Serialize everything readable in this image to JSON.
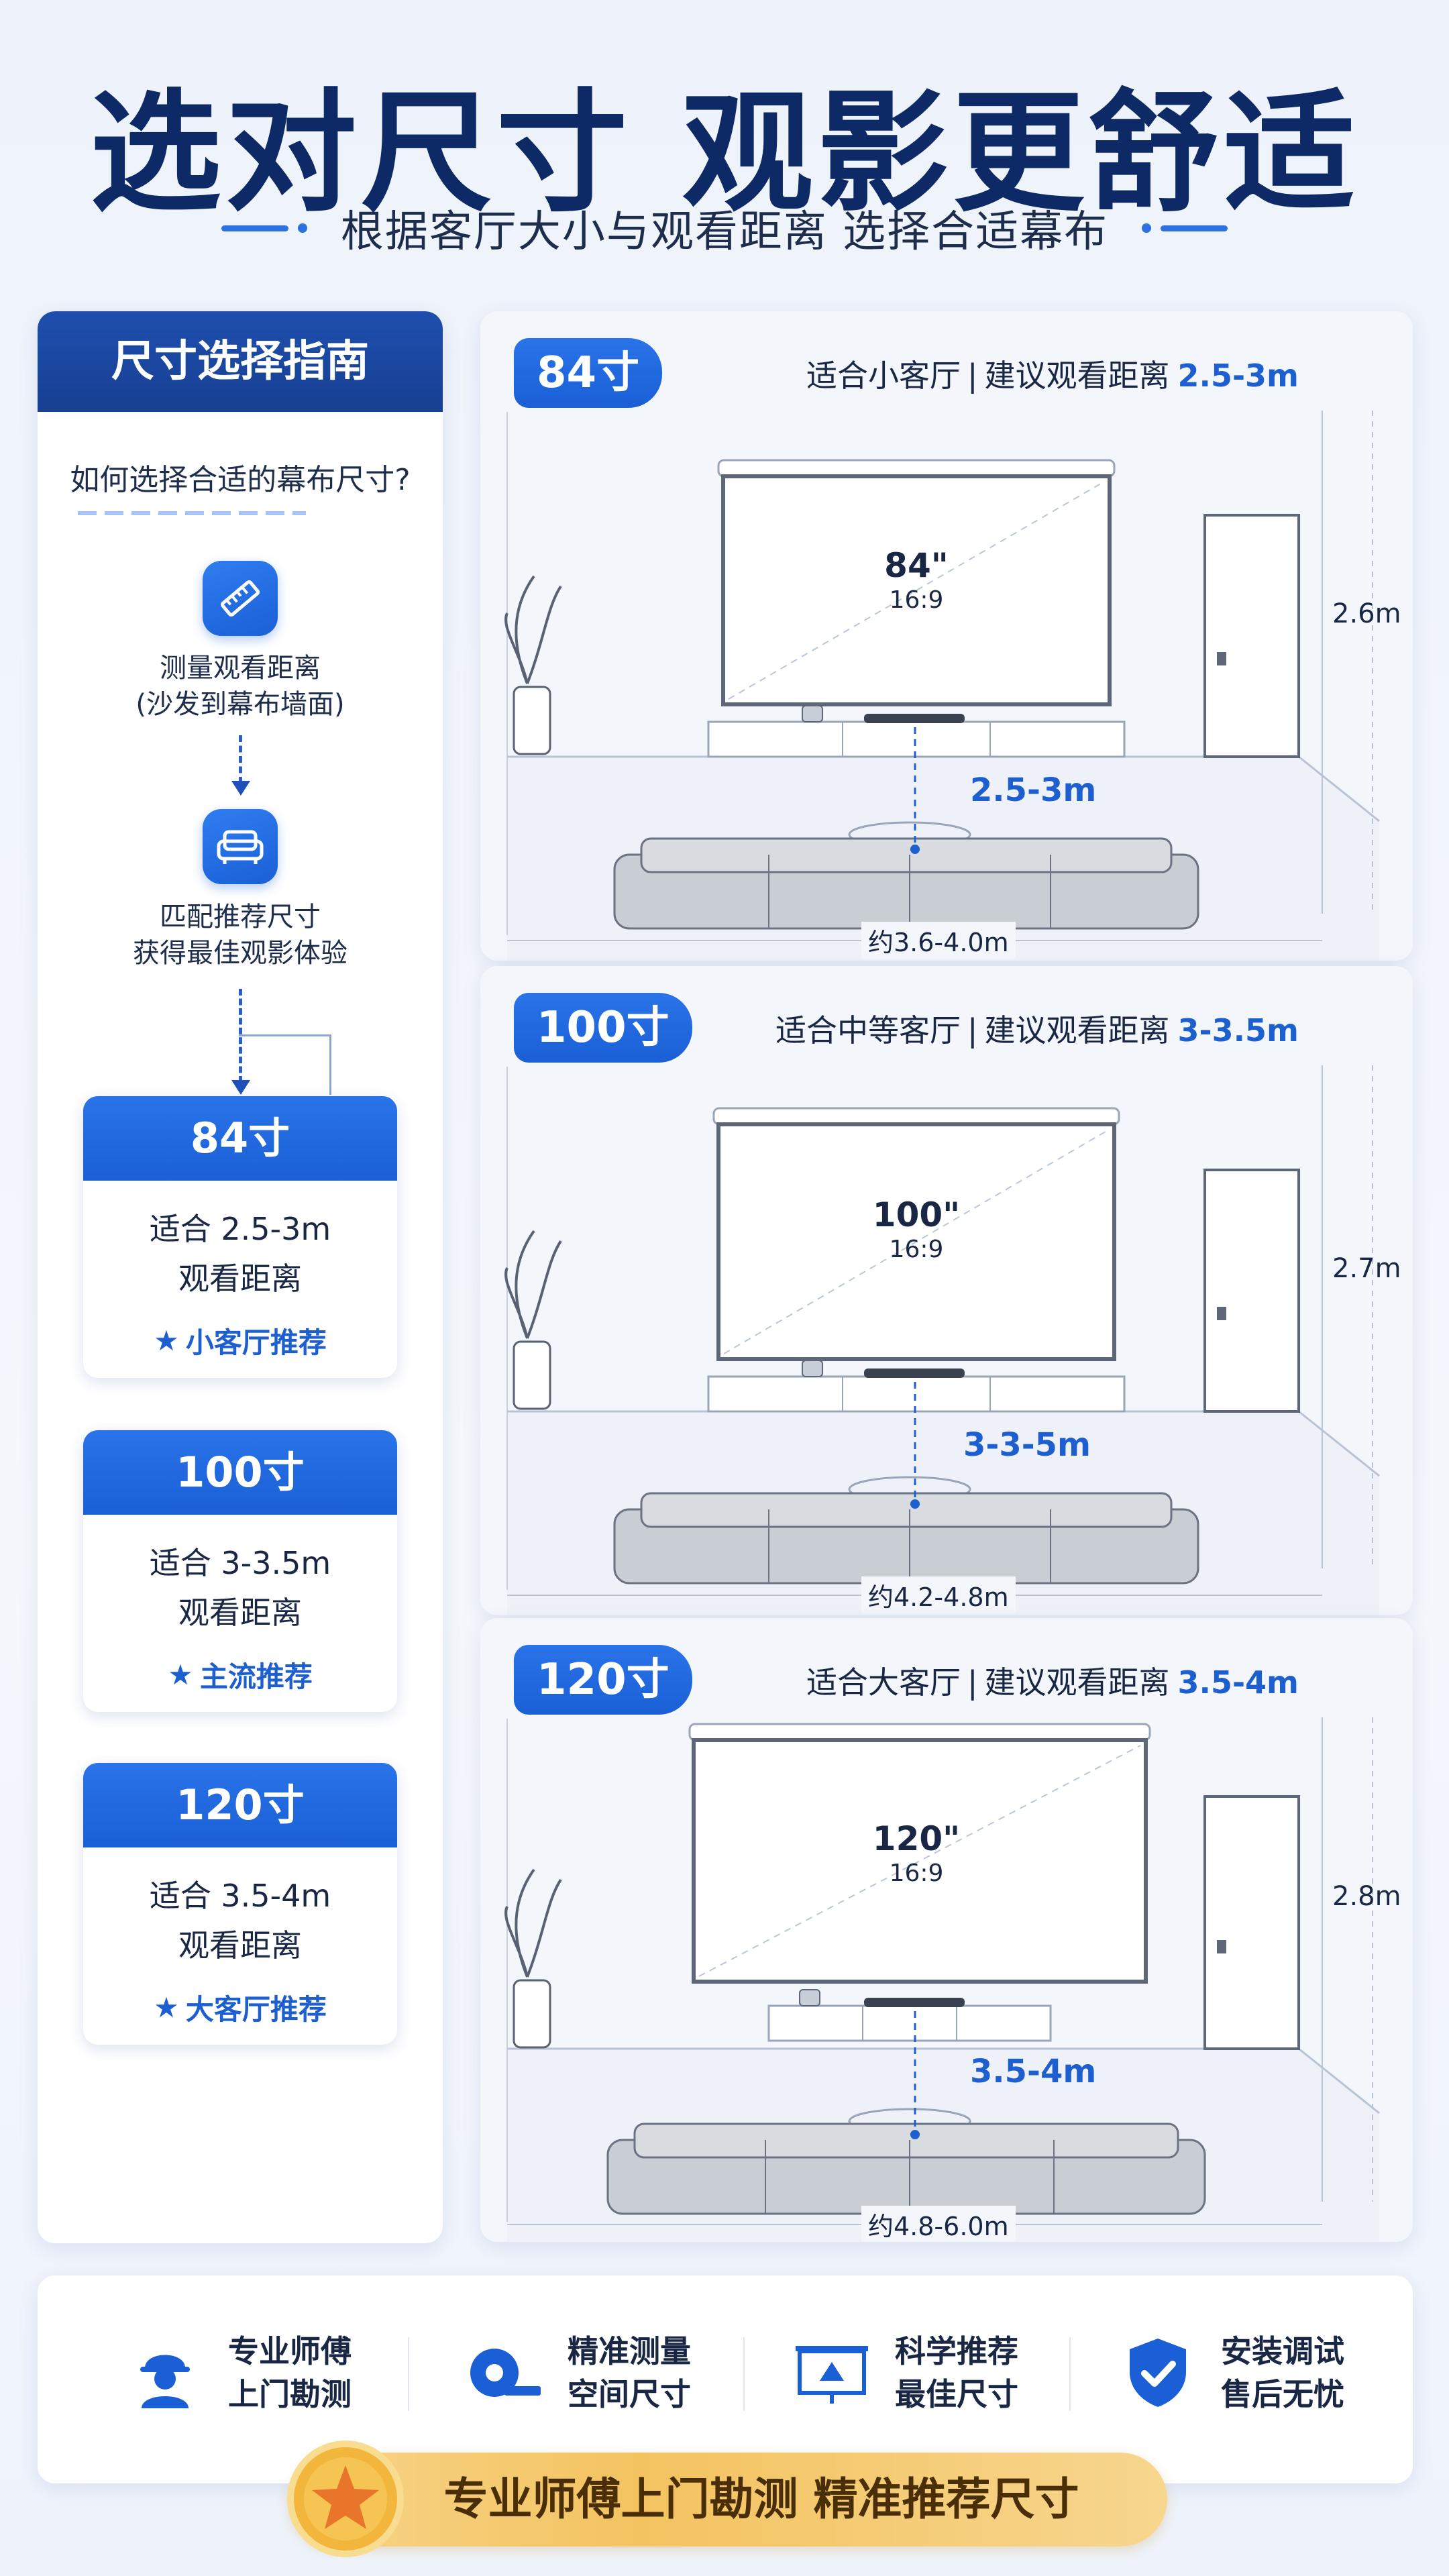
{
  "header": {
    "title": "选对尺寸 观影更舒适",
    "subtitle": "根据客厅大小与观看距离 选择合适幕布"
  },
  "guide": {
    "title": "尺寸选择指南",
    "question": "如何选择合适的幕布尺寸?",
    "step1": {
      "line1": "测量观看距离",
      "line2": "(沙发到幕布墙面)",
      "icon": "ruler-icon"
    },
    "step2": {
      "line1": "匹配推荐尺寸",
      "line2": "获得最佳观影体验",
      "icon": "sofa-icon"
    },
    "cards": [
      {
        "size": "84寸",
        "line1": "适合 2.5-3m",
        "line2": "观看距离",
        "tag": "小客厅推荐"
      },
      {
        "size": "100寸",
        "line1": "适合 3-3.5m",
        "line2": "观看距离",
        "tag": "主流推荐"
      },
      {
        "size": "120寸",
        "line1": "适合 3.5-4m",
        "line2": "观看距离",
        "tag": "大客厅推荐"
      }
    ]
  },
  "scenes": [
    {
      "badge": "84寸",
      "room": "适合小客厅",
      "sep": "|",
      "advice": "建议观看距离",
      "distance": "2.5-3m",
      "screen_size": "84\"",
      "ratio": "16:9",
      "distance_label": "2.5-3m",
      "height": "2.6m",
      "width": "约3.6-4.0m"
    },
    {
      "badge": "100寸",
      "room": "适合中等客厅",
      "sep": "|",
      "advice": "建议观看距离",
      "distance": "3-3.5m",
      "screen_size": "100\"",
      "ratio": "16:9",
      "distance_label": "3-3-5m",
      "height": "2.7m",
      "width": "约4.2-4.8m"
    },
    {
      "badge": "120寸",
      "room": "适合大客厅",
      "sep": "|",
      "advice": "建议观看距离",
      "distance": "3.5-4m",
      "screen_size": "120\"",
      "ratio": "16:9",
      "distance_label": "3.5-4m",
      "height": "2.8m",
      "width": "约4.8-6.0m"
    }
  ],
  "features": [
    {
      "line1": "专业师傅",
      "line2": "上门勘测",
      "icon": "worker-icon"
    },
    {
      "line1": "精准测量",
      "line2": "空间尺寸",
      "icon": "tape-measure-icon"
    },
    {
      "line1": "科学推荐",
      "line2": "最佳尺寸",
      "icon": "screen-icon"
    },
    {
      "line1": "安装调试",
      "line2": "售后无忧",
      "icon": "shield-check-icon"
    }
  ],
  "banner": {
    "text": "专业师傅上门勘测 精准推荐尺寸",
    "icon": "star-medal-icon"
  },
  "colors": {
    "primary": "#1a5fd6",
    "navy": "#0d2a66",
    "gold": "#f3c360"
  }
}
